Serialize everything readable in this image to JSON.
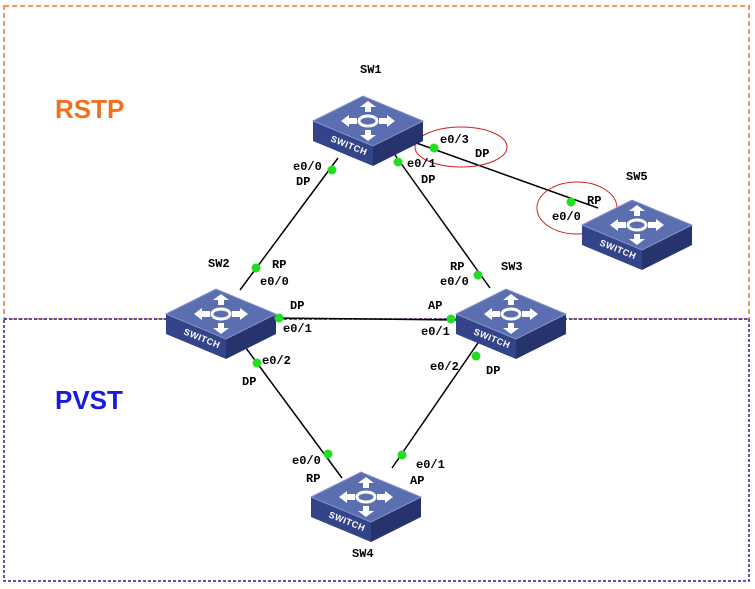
{
  "regions": {
    "rstp": {
      "label": "RSTP",
      "color": "#f07020",
      "border": "#e8782c"
    },
    "pvst": {
      "label": "PVST",
      "color": "#1a1adc",
      "border": "#2020b0"
    }
  },
  "device_label": "SWITCH",
  "switches": [
    {
      "id": "sw1",
      "name": "SW1"
    },
    {
      "id": "sw2",
      "name": "SW2"
    },
    {
      "id": "sw3",
      "name": "SW3"
    },
    {
      "id": "sw4",
      "name": "SW4"
    },
    {
      "id": "sw5",
      "name": "SW5"
    }
  ],
  "links": [
    {
      "id": "sw1-sw2",
      "from": "sw1",
      "to": "sw2",
      "ends": [
        {
          "port": "e0/0",
          "role": "DP"
        },
        {
          "port": "e0/0",
          "role": "RP"
        }
      ]
    },
    {
      "id": "sw1-sw3",
      "from": "sw1",
      "to": "sw3",
      "ends": [
        {
          "port": "e0/1",
          "role": "DP"
        },
        {
          "port": "e0/0",
          "role": "RP"
        }
      ]
    },
    {
      "id": "sw1-sw5",
      "from": "sw1",
      "to": "sw5",
      "ends": [
        {
          "port": "e0/3",
          "role": "DP"
        },
        {
          "port": "e0/0",
          "role": "RP"
        }
      ]
    },
    {
      "id": "sw2-sw3",
      "from": "sw2",
      "to": "sw3",
      "ends": [
        {
          "port": "e0/1",
          "role": "DP"
        },
        {
          "port": "e0/1",
          "role": "AP"
        }
      ]
    },
    {
      "id": "sw2-sw4",
      "from": "sw2",
      "to": "sw4",
      "ends": [
        {
          "port": "e0/2",
          "role": "DP"
        },
        {
          "port": "e0/0",
          "role": "RP"
        }
      ]
    },
    {
      "id": "sw3-sw4",
      "from": "sw3",
      "to": "sw4",
      "ends": [
        {
          "port": "e0/2",
          "role": "DP"
        },
        {
          "port": "e0/1",
          "role": "AP"
        }
      ]
    }
  ],
  "colors": {
    "port_dot": "#22dd22",
    "link": "#000000",
    "highlight_ellipse": "#cc2222",
    "switch_top": "#5a6eb0",
    "switch_front": "#34448a",
    "switch_side": "#26336c"
  }
}
